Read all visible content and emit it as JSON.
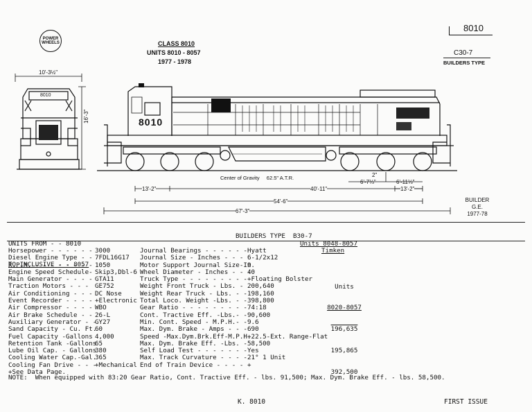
{
  "header": {
    "logo_text": "POWER WHEELS",
    "class_title": "CLASS 8010",
    "units_range": "UNITS 8010 - 8057",
    "years": "1977 - 1978",
    "page_number": "8010",
    "model": "C30-7",
    "builders_type_label": "BUILDERS TYPE"
  },
  "drawing": {
    "cab_number": "8010",
    "front_plate": "8010",
    "end_width": "10'-3½\"",
    "end_height": "16'-3\"",
    "cog_label": "Center of Gravity",
    "cog_value": "62.5\"",
    "cog_unit": "A.T.R.",
    "dim_axle": "2\"",
    "dim_67_left": "6'-7⅓\"",
    "dim_611": "6'-11⅓\"",
    "dim_13_2_left": "13'-2\"",
    "dim_40_11": "40'-11\"",
    "dim_13_2_right": "13'-2\"",
    "dim_54_6": "54'-6\"",
    "dim_67_3": "67'-3\""
  },
  "builder": {
    "label": "BUILDER",
    "name": "G.E.",
    "years": "1977-78"
  },
  "units_from": {
    "from_label": "UNITS FROM",
    "from_value": "- - 8010",
    "to_label": "TO INCLUSIVE",
    "to_value": "- - 8057"
  },
  "builders_type_line": "BUILDERS TYPE  B30-7",
  "units_note": "Units 8048-8057",
  "timken": "Timken",
  "specs_left": [
    [
      "Horsepower - - - - - -",
      "3000"
    ],
    [
      "Diesel Engine Type - -",
      "7FDL16G17"
    ],
    [
      "R.P.M. - - - - - - - -",
      "1050"
    ],
    [
      "Engine Speed Schedule-",
      "Skip3,Dbl-6"
    ],
    [
      "Main Generator - - - -",
      "GTA11"
    ],
    [
      "Traction Motors - - -",
      "GE752"
    ],
    [
      "Air Conditioning - - -",
      "DC Nose"
    ],
    [
      "Event Recorder - - - -",
      "+Electronic"
    ],
    [
      "Air Compressor - - - -",
      "WBO"
    ],
    [
      "Air Brake Schedule - -",
      "26-L"
    ],
    [
      "Auxiliary Generator - -",
      "GY27"
    ],
    [
      "Sand Capacity - Cu. Ft.",
      "60"
    ],
    [
      "Fuel Capacity -Gallons",
      "4,000"
    ],
    [
      "Retention Tank -Gallons",
      "65"
    ],
    [
      "Lube Oil Cap. - Gallons",
      "380"
    ],
    [
      "Cooling Water Cap.-Gal.",
      "365"
    ],
    [
      "Cooling Fan Drive - - -",
      "+Mechanical"
    ],
    [
      "+See Data Page.",
      ""
    ]
  ],
  "specs_right": [
    [
      "Journal Bearings - - - - - -",
      "Hyatt"
    ],
    [
      "Journal Size - Inches - - -",
      "6-1/2x12"
    ],
    [
      "Motor Support Journal Size-In.",
      "9"
    ],
    [
      "Wheel Diameter - Inches - - -",
      "40"
    ],
    [
      "Truck Type - - - - - - - - -",
      "+Floating Bolster"
    ],
    [
      "Weight Front Truck - Lbs. -",
      "200,640"
    ],
    [
      "Weight Rear Truck - Lbs. - -",
      "198,160"
    ],
    [
      "Total Loco. Weight -Lbs. - -",
      "398,800"
    ],
    [
      "Gear Ratio - - - - - - - - -",
      "74:18"
    ],
    [
      "Cont. Tractive Eff. -Lbs.- -",
      "90,600"
    ],
    [
      "Min. Cont. Speed - M.P.H.- -",
      "9.6"
    ],
    [
      "Max. Dym. Brake - Amps - - -",
      "690"
    ],
    [
      "Speed -Max.Dym.Brk.Eff-M.P.H.",
      "+22.5-Ext. Range-Flat"
    ],
    [
      "Max. Dym. Brake Eff. -Lbs. -",
      "58,500"
    ],
    [
      "Self Load Test - - - - - - -",
      "Yes"
    ],
    [
      "Max. Track Curvature - - - -",
      "21° 1 Unit"
    ],
    [
      "End of Train Device - - - -",
      "+"
    ]
  ],
  "units_col": [
    "Units",
    "8020-8057",
    "196,635",
    "195,865",
    "392,500"
  ],
  "note": "NOTE:  When equipped with 83:20 Gear Ratio, Cont. Tractive Eff. - lbs. 91,500; Max. Dym. Brake Eff. - lbs. 58,500.",
  "footer": {
    "ref": "K. 8010",
    "issue": "FIRST ISSUE"
  }
}
